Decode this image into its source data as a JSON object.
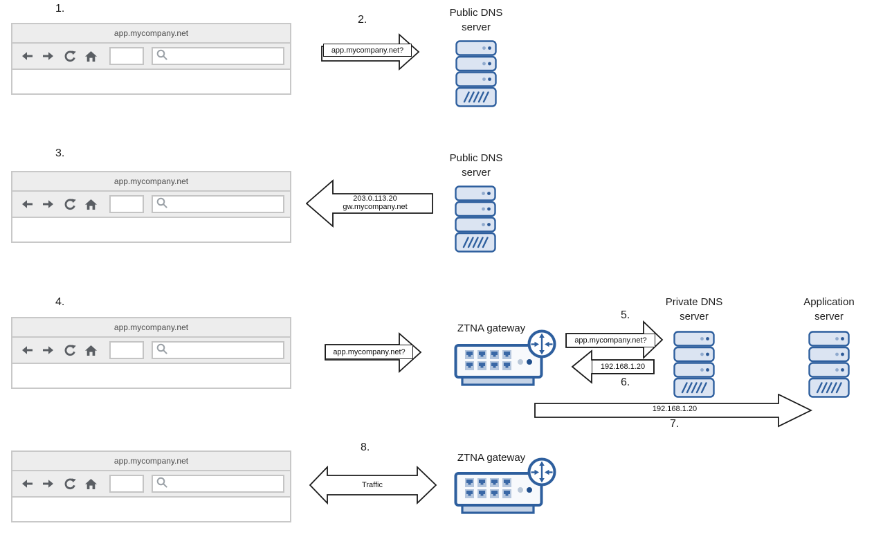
{
  "step_numbers": {
    "s1": "1.",
    "s2": "2.",
    "s3": "3.",
    "s4": "4.",
    "s5": "5.",
    "s6": "6.",
    "s7": "7.",
    "s8": "8."
  },
  "browser": {
    "url": "app.mycompany.net",
    "address_value": "",
    "search_value": "",
    "toolbar_icons": [
      "back-arrow",
      "forward-arrow",
      "reload",
      "home",
      "search-magnifier"
    ]
  },
  "nodes": {
    "public_dns_top": {
      "line1": "Public DNS",
      "line2": "server"
    },
    "public_dns_mid": {
      "line1": "Public DNS",
      "line2": "server"
    },
    "ztna_gateway_mid": {
      "label": "ZTNA gateway"
    },
    "ztna_gateway_bottom": {
      "label": "ZTNA gateway"
    },
    "private_dns": {
      "line1": "Private DNS",
      "line2": "server"
    },
    "application_server": {
      "line1": "Application",
      "line2": "server"
    }
  },
  "arrow_labels": {
    "step2": "app.mycompany.net?",
    "step3_line1": "203.0.113.20",
    "step3_line2": "gw.mycompany.net",
    "step4": "app.mycompany.net?",
    "step5": "app.mycompany.net?",
    "step6": "192.168.1.20",
    "step7": "192.168.1.20",
    "step8": "Traffic"
  },
  "colors": {
    "node_border": "#2e5f9e",
    "node_fill": "#dbe4f2",
    "gateway_fill": "#f7f9fc",
    "port_plug": "#3a68a6",
    "port_frame": "#b3c5dd",
    "gateway_base": "#c5d3e6",
    "led_dark": "#1f4e8c",
    "led_light": "#b9c7d8",
    "browser_bar": "#ededed",
    "browser_border": "#c8c8c8",
    "toolbar_icon": "#5a5e63",
    "arrow_stroke": "#1a1a1a"
  }
}
